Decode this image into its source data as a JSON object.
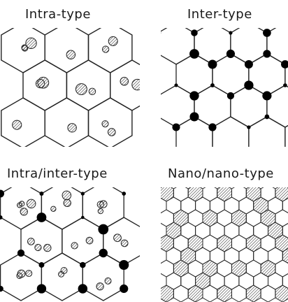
{
  "panels": {
    "intra": {
      "title": "Intra-type"
    },
    "inter": {
      "title": "Inter-type"
    },
    "intra_inter": {
      "title": "Intra/inter-type"
    },
    "nano_nano": {
      "title": "Nano/nano-type"
    }
  },
  "colors": {
    "line": "#222222",
    "particle_fill": "#000000",
    "hatched_grain": "#444444",
    "background": "#ffffff"
  }
}
